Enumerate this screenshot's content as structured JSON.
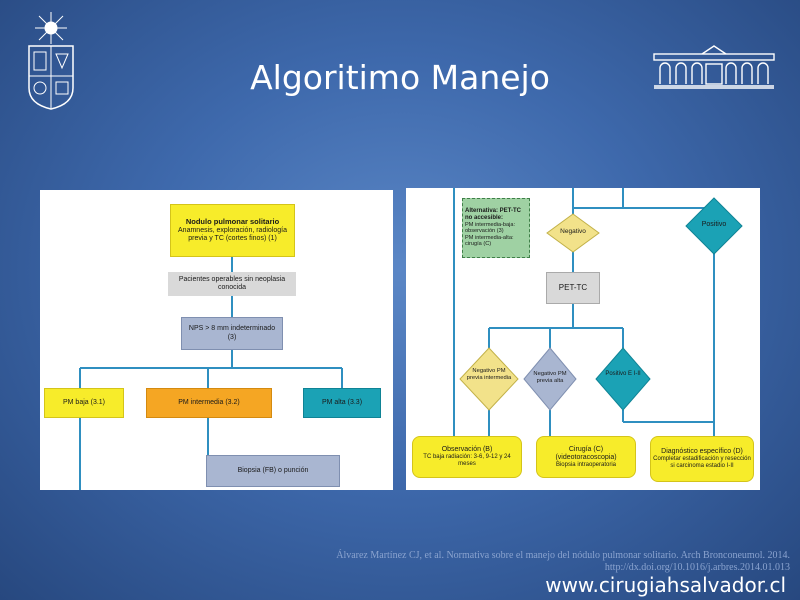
{
  "title": "Algoritimo Manejo",
  "left_panel": {
    "nodulo_title": "Nodulo pulmonar solitario",
    "nodulo_sub": "Anamnesis, exploración, radiología previa y TC (cortes finos) (1)",
    "pacientes": "Pacientes operables sin neoplasia conocida",
    "nps": "NPS > 8 mm indeterminado (3)",
    "pm_baja": "PM baja (3.1)",
    "pm_intermedia": "PM intermedia (3.2)",
    "pm_alta": "PM alta (3.3)",
    "biopsia": "Biopsia (FB) o punción"
  },
  "right_panel": {
    "alternativa_title": "Alternativa: PET-TC no accesible:",
    "alternativa_item1": "PM intermedia-baja: observación (3)",
    "alternativa_item2": "PM intermedia-alta: cirugía (C)",
    "negativo": "Negativo",
    "positivo": "Positivo",
    "pet_tc": "PET-TC",
    "neg_pm_previa": "Negativo PM previa intermedia",
    "neg_pm_alta": "Negativo PM previa alta",
    "pos_e": "Positivo E I-II",
    "observacion": "Observación (B)",
    "observacion_sub": "TC baja radiación: 3-6, 9-12 y 24 meses",
    "cirugia": "Cirugía (C) (videotoracoscopia)",
    "cirugia_sub": "Biopsia intraoperatoria",
    "diagnostico": "Diagnóstico específico (D)",
    "diagnostico_sub": "Completar estadificación y resección si carcinoma estadio I-II"
  },
  "citation_line1": "Álvarez Martínez CJ, et al. Normativa sobre el manejo del nódulo pulmonar solitario. Arch Bronconeumol. 2014.",
  "citation_line2": "http://dx.doi.org/10.1016/j.arbres.2014.01.013",
  "website": "www.cirugiahsalvador.cl",
  "colors": {
    "background": "#3e69ac",
    "yellow": "#f7ec2a",
    "gray_box": "#d9d9d9",
    "blue_gray": "#a9b6d1",
    "orange": "#f5a623",
    "teal": "#1ba2b5",
    "green": "#9fd1a3",
    "line_blue": "#2f8fc0"
  }
}
